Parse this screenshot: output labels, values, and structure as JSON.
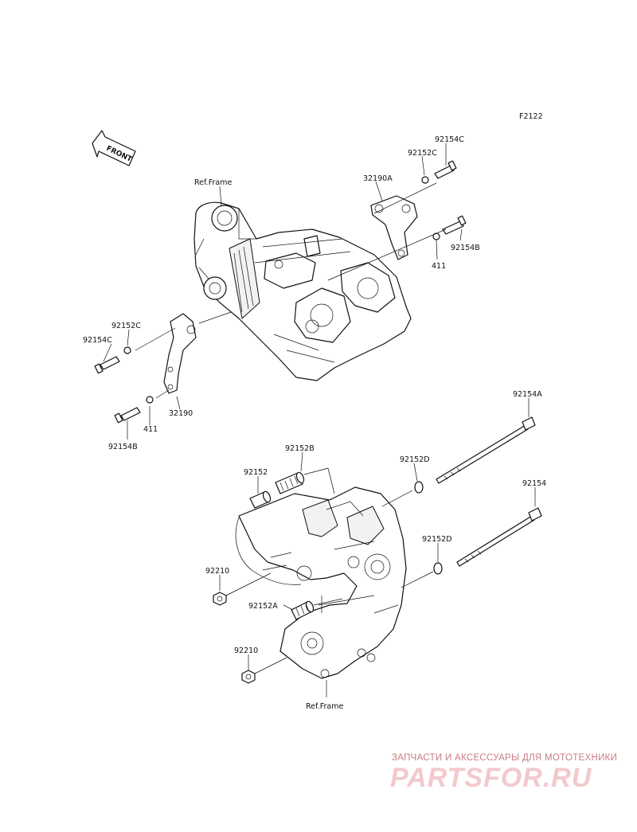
{
  "diagram": {
    "code": "F2122",
    "front_label": "FRONT",
    "labels": {
      "ref_frame_top": "Ref.Frame",
      "ref_frame_bottom": "Ref.Frame",
      "p92154C_right": "92154C",
      "p92152C_right": "92152C",
      "p32190A": "32190A",
      "p92154B_right": "92154B",
      "p411_right": "411",
      "p92152C_left": "92152C",
      "p92154C_left": "92154C",
      "p32190": "32190",
      "p411_left": "411",
      "p92154B_left": "92154B",
      "p92154A": "92154A",
      "p92152B": "92152B",
      "p92152": "92152",
      "p92152D_top": "92152D",
      "p92154": "92154",
      "p92152D_bottom": "92152D",
      "p92210_top": "92210",
      "p92152A": "92152A",
      "p92210_bottom": "92210"
    }
  },
  "watermark": {
    "tagline": "ЗАПЧАСТИ И АКСЕССУАРЫ ДЛЯ МОТОТЕХНИКИ",
    "brand": "PARTSFOR.RU"
  }
}
